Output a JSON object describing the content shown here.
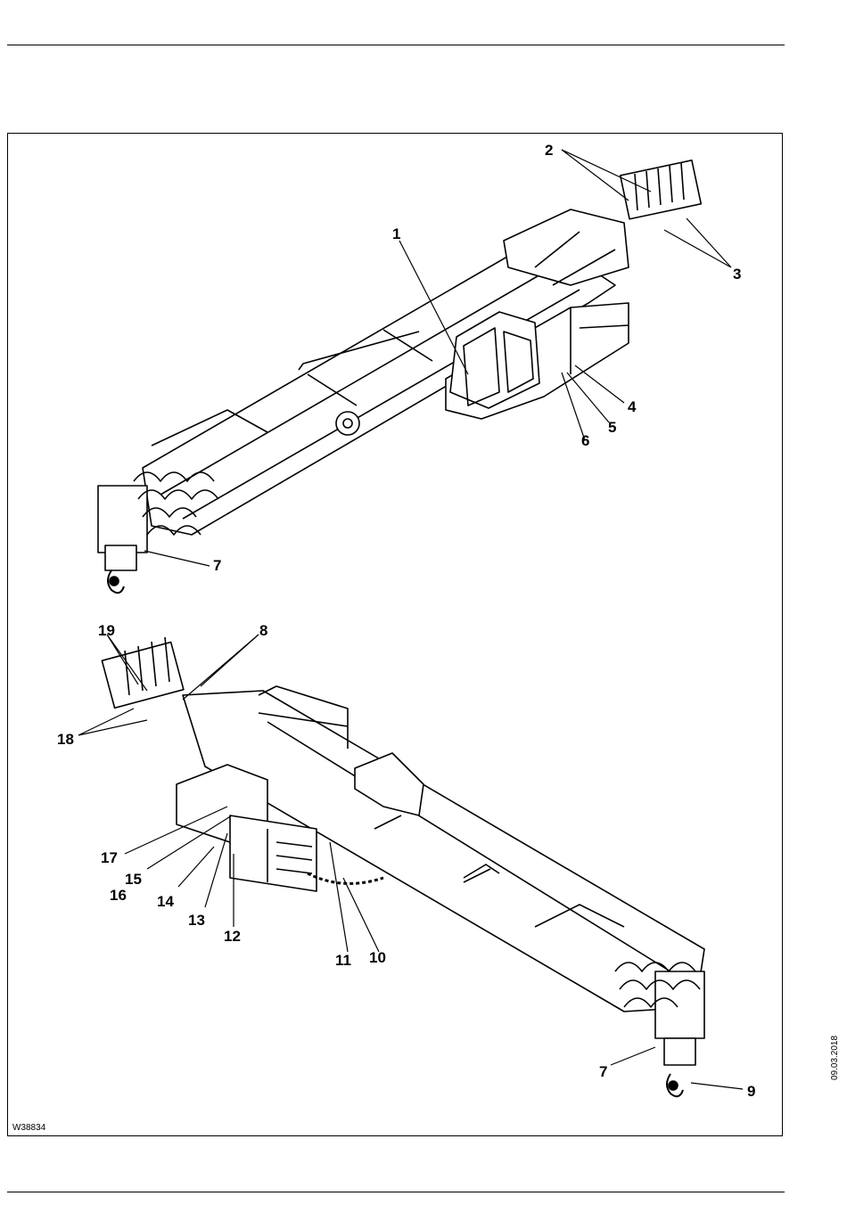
{
  "figure_id": "W38834",
  "side_date": "09.03.2018",
  "callouts": [
    "1",
    "2",
    "3",
    "4",
    "5",
    "6",
    "7",
    "8",
    "9",
    "10",
    "11",
    "12",
    "13",
    "14",
    "15",
    "16",
    "17",
    "18",
    "19"
  ]
}
